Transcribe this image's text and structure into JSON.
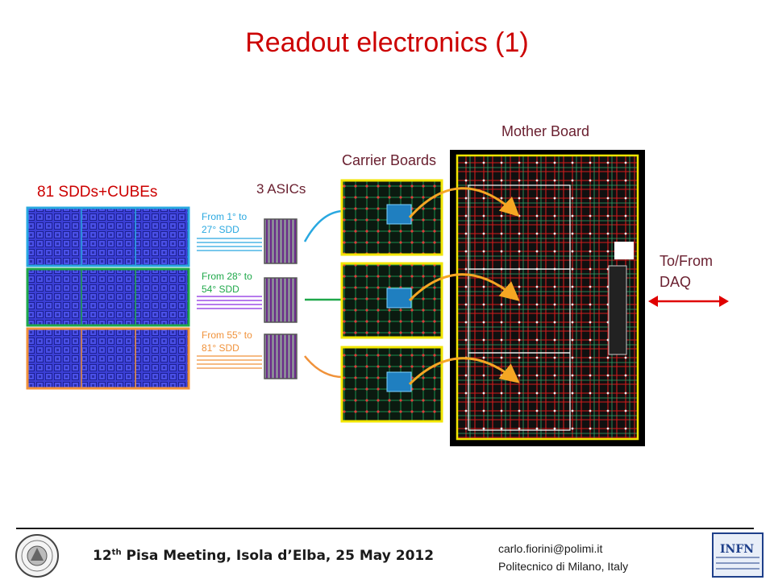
{
  "slide": {
    "title": "Readout electronics (1)"
  },
  "diagram": {
    "sdd_label": "81 SDDs+CUBEs",
    "asic_label": "3 ASICs",
    "carrier_label": "Carrier Boards",
    "mother_label": "Mother Board",
    "daq_label_1": "To/From",
    "daq_label_2": "DAQ",
    "groups": [
      {
        "range_1": "From 1° to",
        "range_2": "27° SDD",
        "color": "#29a8e0"
      },
      {
        "range_1": "From 28° to",
        "range_2": "54° SDD",
        "color": "#1fa84a"
      },
      {
        "range_1": "From 55° to",
        "range_2": "81° SDD",
        "color": "#f0923a"
      }
    ],
    "colors": {
      "title": "#cc0000",
      "sdd_fill": "#3b3fd6",
      "board_yellow": "#f2e600",
      "arrow_orange": "#f5a623",
      "daq_arrow": "#e00000"
    }
  },
  "footer": {
    "conference": "12th Pisa Meeting, Isola d'Elba, 25 May 2012",
    "conf_pre": "12",
    "conf_sup": "th",
    "conf_post": " Pisa Meeting, Isola d’Elba, 25 May 2012",
    "email": "carlo.fiorini@polimi.it",
    "institution": "Politecnico di Milano, Italy"
  }
}
